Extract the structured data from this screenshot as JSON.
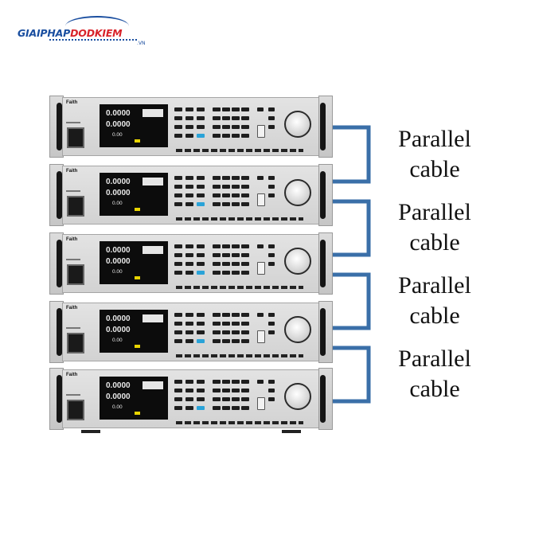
{
  "logo": {
    "part1": "GIAIPHAP",
    "part2": "DODKIEM",
    "suffix": ".VN"
  },
  "units": [
    {
      "brand": "Faith",
      "v1": "0.0000",
      "v2": "0.0000",
      "v3": "0.00"
    },
    {
      "brand": "Faith",
      "v1": "0.0000",
      "v2": "0.0000",
      "v3": "0.00"
    },
    {
      "brand": "Faith",
      "v1": "0.0000",
      "v2": "0.0000",
      "v3": "0.00"
    },
    {
      "brand": "Faith",
      "v1": "0.0000",
      "v2": "0.0000",
      "v3": "0.00"
    },
    {
      "brand": "Faith",
      "v1": "0.0000",
      "v2": "0.0000",
      "v3": "0.00"
    }
  ],
  "labels": [
    {
      "line1": "Parallel",
      "line2": "cable"
    },
    {
      "line1": "Parallel",
      "line2": "cable"
    },
    {
      "line1": "Parallel",
      "line2": "cable"
    },
    {
      "line1": "Parallel",
      "line2": "cable"
    }
  ],
  "colors": {
    "cable": "#3a6fa8",
    "display": "#0c0c0c",
    "key_accent": "#2aa3d8",
    "indicator": "#e8d400"
  }
}
